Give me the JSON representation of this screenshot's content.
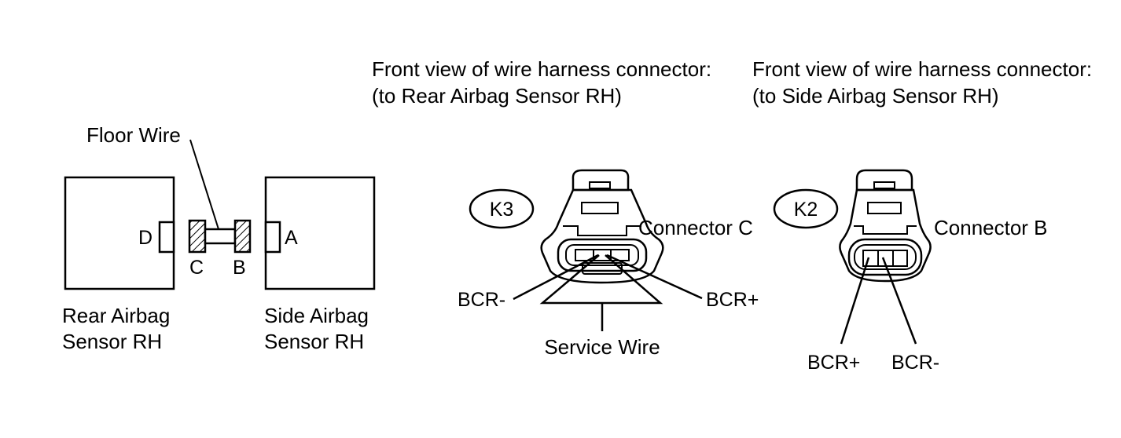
{
  "headers": {
    "left": {
      "line1": "Front view of wire harness connector:",
      "line2": "(to Rear Airbag Sensor RH)"
    },
    "right": {
      "line1": "Front view of wire harness connector:",
      "line2": "(to Side Airbag Sensor RH)"
    }
  },
  "layout_diagram": {
    "floor_wire": "Floor Wire",
    "pin_d": "D",
    "pin_c": "C",
    "pin_b": "B",
    "pin_a": "A",
    "rear_sensor": {
      "line1": "Rear Airbag",
      "line2": "Sensor RH"
    },
    "side_sensor": {
      "line1": "Side Airbag",
      "line2": "Sensor RH"
    }
  },
  "connector_c": {
    "code": "K3",
    "name": "Connector C",
    "pin_minus": "BCR-",
    "pin_plus": "BCR+",
    "service_wire": "Service Wire"
  },
  "connector_b": {
    "code": "K2",
    "name": "Connector B",
    "pin_plus": "BCR+",
    "pin_minus": "BCR-"
  },
  "colors": {
    "line": "#000000",
    "background": "#ffffff"
  }
}
